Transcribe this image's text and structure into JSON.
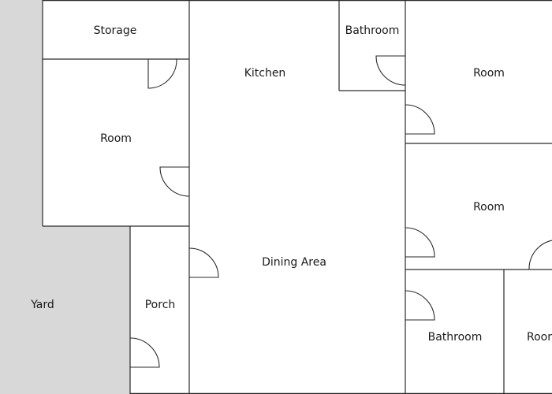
{
  "plan": {
    "yard_fill": "#d8d8d8",
    "wall_color": "#2a2a2a",
    "labels": {
      "storage": "Storage",
      "kitchen": "Kitchen",
      "bathroom_top": "Bathroom",
      "room_top_right": "Room",
      "room_left": "Room",
      "room_mid_right": "Room",
      "dining": "Dining Area",
      "yard": "Yard",
      "porch": "Porch",
      "bathroom_bottom": "Bathroom",
      "room_bottom_right": "Room"
    }
  }
}
